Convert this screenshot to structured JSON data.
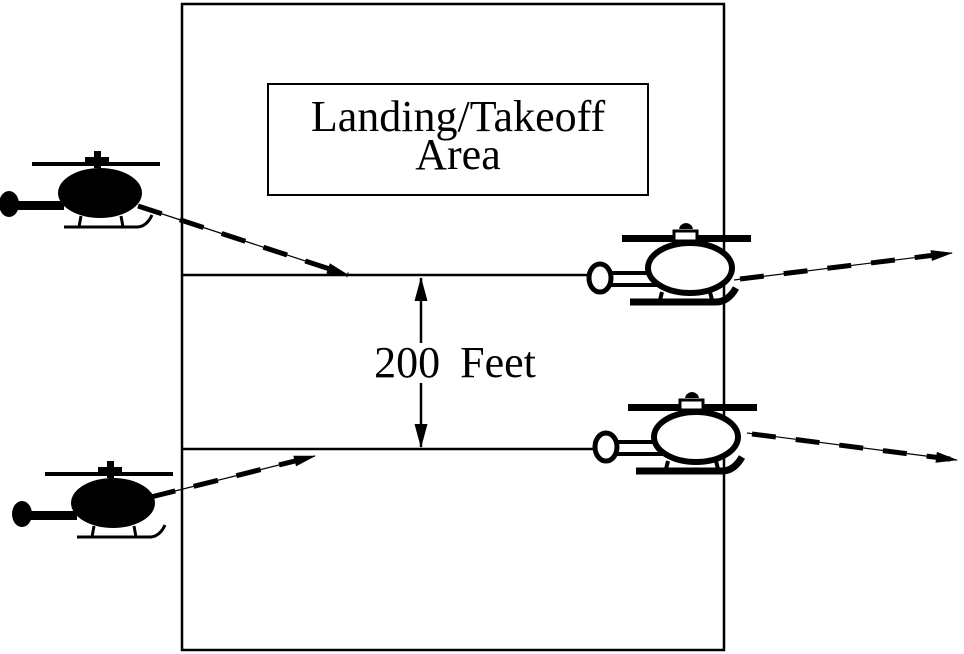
{
  "landing_box": {
    "line1": "Landing/Takeoff",
    "line2": "Area"
  },
  "separation": {
    "label": "200 Feet"
  },
  "colors": {
    "ink": "#000000",
    "background": "#ffffff"
  },
  "icons": {
    "inbound_helicopter": "helicopter-silhouette-icon",
    "outbound_helicopter": "helicopter-outline-icon",
    "flight_path": "dashed-arrow-icon",
    "separation_dimension": "double-headed-arrow-icon"
  }
}
